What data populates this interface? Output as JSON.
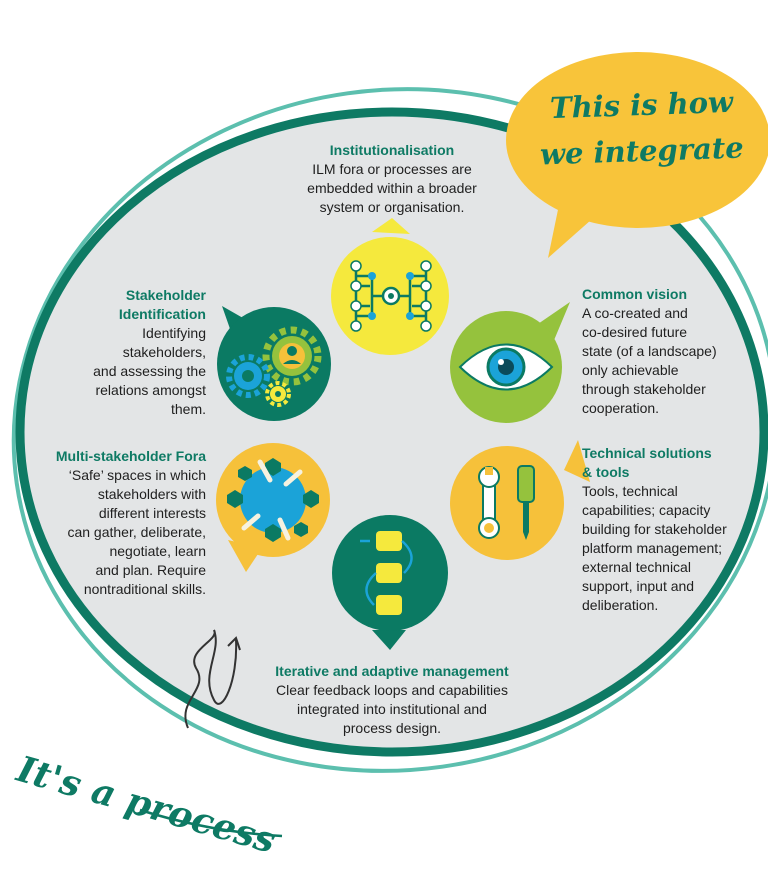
{
  "callout": {
    "line1": "This is how",
    "line2": "we integrate"
  },
  "footer": {
    "label": "It's a process"
  },
  "colors": {
    "ring_dark": "#0e7a64",
    "ring_light": "#5cbfae",
    "ellipse_fill": "#e3e5e6",
    "callout_fill": "#f8c43a",
    "teal": "#0b7a63",
    "lime": "#95c23d",
    "yellow": "#f5e93d",
    "orange": "#f6c13a"
  },
  "sections": {
    "institutionalisation": {
      "title": "Institutionalisation",
      "text": "ILM fora or processes are\nembedded within a broader\nsystem or organisation."
    },
    "common_vision": {
      "title": "Common vision",
      "text": "A co-created and\nco-desired future\nstate (of a landscape)\nonly achievable\nthrough stakeholder\ncooperation."
    },
    "technical": {
      "title": "Technical solutions\n& tools",
      "text": "Tools, technical\ncapabilities; capacity\nbuilding for stakeholder\nplatform management;\nexternal technical\nsupport, input and\ndeliberation."
    },
    "iterative": {
      "title": "Iterative and adaptive management",
      "text": "Clear feedback loops and capabilities\nintegrated into institutional and\nprocess design."
    },
    "multi": {
      "title": "Multi-stakeholder Fora",
      "text": "‘Safe’ spaces in which\nstakeholders with\ndifferent interests\ncan gather, deliberate,\nnegotiate, learn\nand plan. Require\nnontraditional skills."
    },
    "stakeholder": {
      "title": "Stakeholder\nIdentification",
      "text": "Identifying\nstakeholders,\nand assessing the\nrelations amongst\nthem."
    }
  }
}
